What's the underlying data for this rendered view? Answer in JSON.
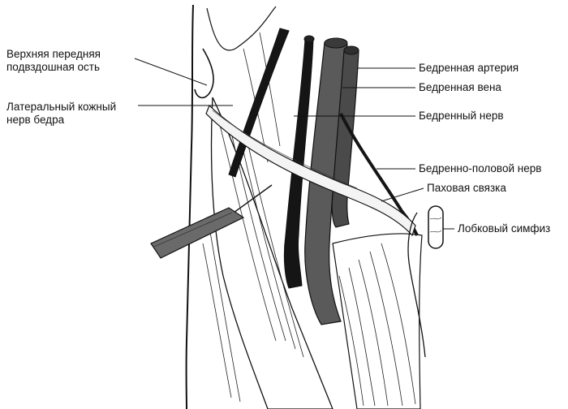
{
  "labels": {
    "asis_line1": "Верхняя передняя",
    "asis_line2": "подвздошная ость",
    "lcn_line1": "Латеральный кожный",
    "lcn_line2": "нерв бедра",
    "femoral_artery": "Бедренная артерия",
    "femoral_vein": "Бедренная вена",
    "femoral_nerve": "Бедренный нерв",
    "genitofemoral_nerve": "Бедренно-половой нерв",
    "inguinal_ligament": "Паховая связка",
    "pubic_symphysis": "Лобковый симфиз"
  },
  "colors": {
    "ink": "#111111",
    "vessel_fill": "#5a5a5a",
    "nerve_fill": "#151515",
    "needle_fill": "#6a6a6a",
    "ligament_fill": "#f4f4f4"
  }
}
